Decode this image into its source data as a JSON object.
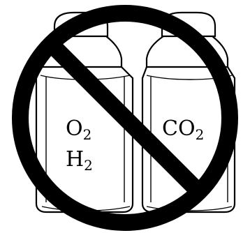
{
  "cylinders": [
    {
      "name": "left-cylinder",
      "labels": [
        {
          "main": "O",
          "sub": "2"
        },
        {
          "main": "H",
          "sub": "2"
        }
      ]
    },
    {
      "name": "right-cylinder",
      "labels": [
        {
          "main": "CO",
          "sub": "2"
        }
      ]
    }
  ],
  "colors": {
    "ink": "#000000",
    "background": "#ffffff"
  },
  "symbol": "prohibition-sign"
}
